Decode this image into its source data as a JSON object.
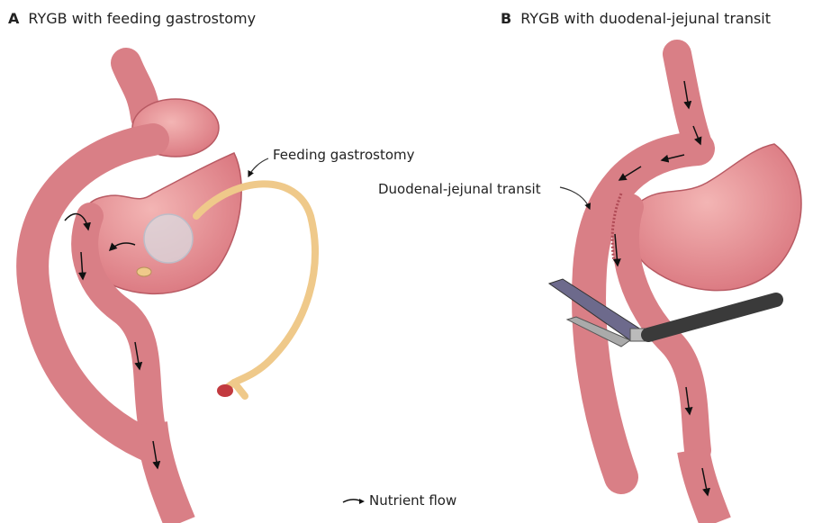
{
  "panels": [
    {
      "letter": "A",
      "title": "RYGB with feeding gastrostomy"
    },
    {
      "letter": "B",
      "title": "RYGB with duodenal-jejunal transit"
    }
  ],
  "labels": {
    "feeding_gastrostomy": "Feeding gastrostomy",
    "duodenal_jejunal_transit": "Duodenal-jejunal transit"
  },
  "legend": {
    "nutrient_flow": "Nutrient flow"
  },
  "colors": {
    "tissue": "#e2848a",
    "tissue_dark": "#c25f68",
    "tissue_light": "#f2b3b3",
    "tube": "#efc98a",
    "stapler": "#3a3a3a",
    "stapler_jaw": "#6d6a8c",
    "balloon": "#d9d9df"
  },
  "icons": [
    "arrow-icon",
    "feeding-tube-icon",
    "stapler-icon"
  ]
}
